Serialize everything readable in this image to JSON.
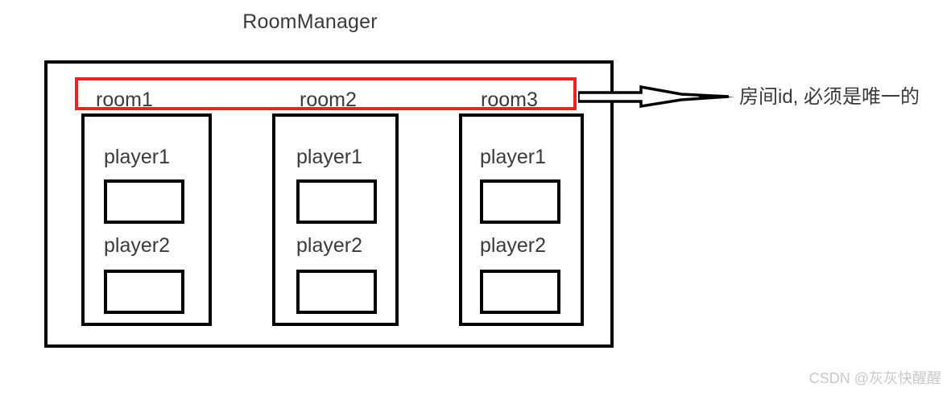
{
  "title": "RoomManager",
  "colors": {
    "highlight": "#ee2222",
    "outline": "#000000",
    "text": "#3a3a3a",
    "watermark": "#c9c9c9",
    "background": "#ffffff"
  },
  "room_id_strip": {
    "labels": [
      "room1",
      "room2",
      "room3"
    ]
  },
  "rooms": [
    {
      "id": "room1",
      "players": [
        {
          "label": "player1",
          "value": ""
        },
        {
          "label": "player2",
          "value": ""
        }
      ]
    },
    {
      "id": "room2",
      "players": [
        {
          "label": "player1",
          "value": ""
        },
        {
          "label": "player2",
          "value": ""
        }
      ]
    },
    {
      "id": "room3",
      "players": [
        {
          "label": "player1",
          "value": ""
        },
        {
          "label": "player2",
          "value": ""
        }
      ]
    }
  ],
  "annotation": {
    "text": "房间id, 必须是唯一的",
    "arrow": "hollow-arrow-right-icon"
  },
  "watermark": "CSDN @灰灰快醒醒"
}
